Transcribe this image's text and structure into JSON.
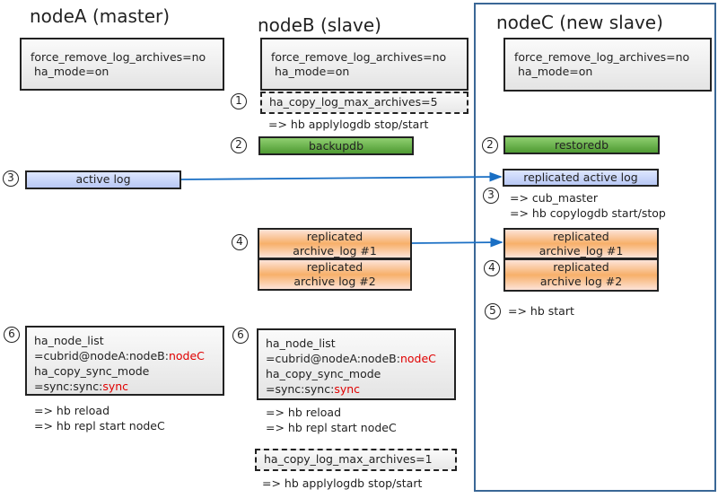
{
  "nodeA": {
    "title": "nodeA (master)",
    "config": {
      "line1": "force_remove_log_archives=no",
      "line2": "ha_mode=on"
    },
    "step3": {
      "num": "3",
      "label": "active log"
    },
    "step6": {
      "num": "6",
      "l1": "ha_node_list",
      "l2a": "=cubrid@nodeA:nodeB:",
      "l2b": "nodeC",
      "l3": "ha_copy_sync_mode",
      "l4a": "=sync:sync:",
      "l4b": "sync",
      "cmd1": "=> hb reload",
      "cmd2": "=> hb repl start nodeC"
    }
  },
  "nodeB": {
    "title": "nodeB (slave)",
    "config": {
      "line1": "force_remove_log_archives=no",
      "line2": "ha_mode=on"
    },
    "step1": {
      "num": "1",
      "param": "ha_copy_log_max_archives=5",
      "cmd": "=> hb applylogdb stop/start"
    },
    "step2": {
      "num": "2",
      "label": "backupdb"
    },
    "step4": {
      "num": "4",
      "archive1": [
        "replicated",
        "archive_log #1"
      ],
      "archive2": [
        "replicated",
        "archive log #2"
      ]
    },
    "step6": {
      "num": "6",
      "l1": "ha_node_list",
      "l2a": "=cubrid@nodeA:nodeB:",
      "l2b": "nodeC",
      "l3": "ha_copy_sync_mode",
      "l4a": "=sync:sync:",
      "l4b": "sync",
      "cmd1": "=> hb reload",
      "cmd2": "=> hb repl start nodeC"
    },
    "final": {
      "param": "ha_copy_log_max_archives=1",
      "cmd": "=> hb applylogdb stop/start"
    }
  },
  "nodeC": {
    "title": "nodeC (new slave)",
    "config": {
      "line1": "force_remove_log_archives=no",
      "line2": "ha_mode=on"
    },
    "step2": {
      "num": "2",
      "label": "restoredb"
    },
    "step3": {
      "num": "3",
      "label": "replicated active log",
      "cmd1": "=> cub_master",
      "cmd2": "=> hb copylogdb start/stop"
    },
    "step4": {
      "num": "4",
      "archive1": [
        "replicated",
        "archive_log #1"
      ],
      "archive2": [
        "replicated",
        "archive log #2"
      ]
    },
    "step5": {
      "num": "5",
      "cmd": "=> hb start"
    }
  },
  "colors": {
    "arrow": "#1a6fc4",
    "highlight": "#e00000",
    "frame": "#3a6796"
  }
}
